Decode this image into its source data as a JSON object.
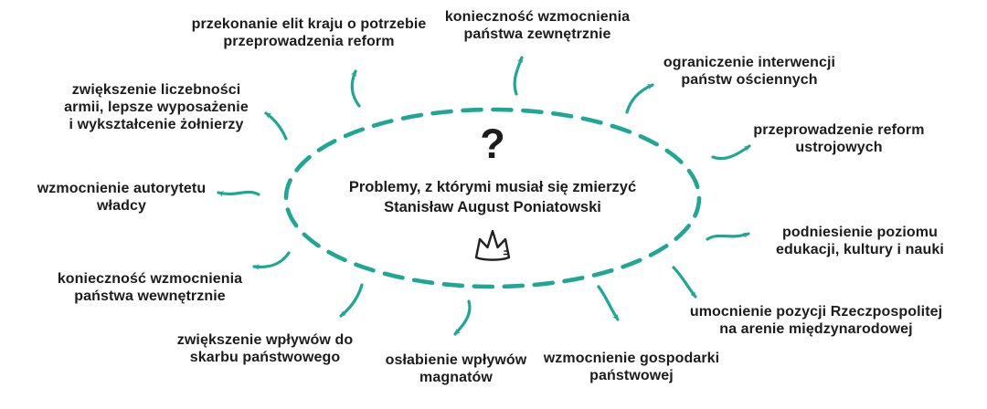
{
  "diagram": {
    "type": "mind-map",
    "background": "#ffffff"
  },
  "colors": {
    "accent_teal": "#1EA795",
    "text": "#1c1c1c"
  },
  "center": {
    "question_mark": "?",
    "title": "Problemy, z którymi musiał się zmierzyć\nStanisław August Poniatowski",
    "icon": "crown-icon"
  },
  "nodes": [
    {
      "id": "przekonanie-elit",
      "label": "przekonanie elit kraju o potrzebie\nprzeprowadzenia reform"
    },
    {
      "id": "koniecznosc-zewnetrznie",
      "label": "konieczność wzmocnienia\npaństwa zewnętrznie"
    },
    {
      "id": "ograniczenie-interwencji",
      "label": "ograniczenie interwencji\npaństw ościennych"
    },
    {
      "id": "przeprowadzenie-reform",
      "label": "przeprowadzenie reform\nustrojowych"
    },
    {
      "id": "podniesienie-poziomu",
      "label": "podniesienie poziomu\nedukacji, kultury i nauki"
    },
    {
      "id": "umocnienie-pozycji",
      "label": "umocnienie pozycji Rzeczpospolitej\nna arenie międzynarodowej"
    },
    {
      "id": "wzmocnienie-gospodarki",
      "label": "wzmocnienie gospodarki\npaństwowej"
    },
    {
      "id": "oslabienie-wplywow",
      "label": "osłabienie wpływów\nmagnatów"
    },
    {
      "id": "zwiekszenie-wplywow",
      "label": "zwiększenie wpływów do\nskarbu państwowego"
    },
    {
      "id": "koniecznosc-wewnetrznie",
      "label": "konieczność wzmocnienia\npaństwa wewnętrznie"
    },
    {
      "id": "wzmocnienie-autorytetu",
      "label": "wzmocnienie autorytetu\nwładcy"
    },
    {
      "id": "zwiekszenie-liczebnosci",
      "label": "zwiększenie liczebności\narmii, lepsze wyposażenie\ni wykształcenie żołnierzy"
    }
  ]
}
